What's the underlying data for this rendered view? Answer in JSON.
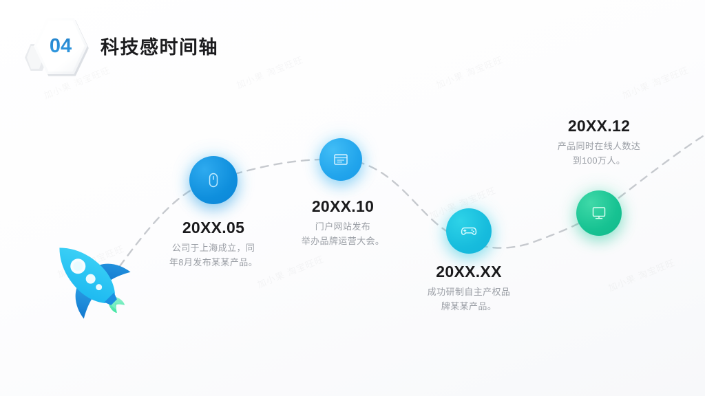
{
  "slide": {
    "badge_number": "04",
    "title": "科技感时间轴",
    "background_color": "#ffffff",
    "watermark_text": "加小果 淘宝旺旺"
  },
  "colors": {
    "badge_number_gradient_start": "#1a6fb5",
    "badge_number_gradient_end": "#47b0ef",
    "title_color": "#1c1c1e",
    "year_color": "#1a1a1c",
    "description_color": "#9a9ea5",
    "path_color": "#c3c6cb",
    "rocket_body": "#29c3f2",
    "rocket_fin": "#1b8fe0",
    "rocket_flame": "#5fe3b0"
  },
  "path": {
    "style": "dashed",
    "label": "timeline-dashed-path"
  },
  "rocket": {
    "label": "rocket-illustration"
  },
  "nodes": [
    {
      "id": "node-1",
      "icon": "mouse-icon",
      "year": "20XX.05",
      "description_lines": [
        "公司于上海成立，同",
        "年8月发布某某产品。"
      ],
      "circle_color_start": "#2eaaef",
      "circle_color_end": "#0a84d8",
      "glow_color": "#39c0f5"
    },
    {
      "id": "node-2",
      "icon": "browser-window-icon",
      "year": "20XX.10",
      "description_lines": [
        "门户网站发布",
        "举办品牌运营大会。"
      ],
      "circle_color_start": "#41bdf6",
      "circle_color_end": "#179ae8",
      "glow_color": "#4ac6f8"
    },
    {
      "id": "node-3",
      "icon": "gamepad-icon",
      "year": "20XX.XX",
      "description_lines": [
        "成功研制自主产权品",
        "牌某某产品。"
      ],
      "circle_color_start": "#2ed3e8",
      "circle_color_end": "#11b4da",
      "glow_color": "#2fd8ea"
    },
    {
      "id": "node-4",
      "icon": "monitor-icon",
      "year": "20XX.12",
      "description_lines": [
        "产品同时在线人数达",
        "到100万人。"
      ],
      "circle_color_start": "#3fd9a8",
      "circle_color_end": "#10b98a",
      "glow_color": "#3fdca9"
    }
  ]
}
